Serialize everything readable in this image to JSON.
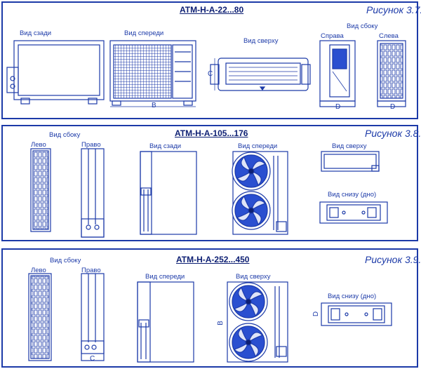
{
  "figures": [
    {
      "title": "ATM-H-A-22...80",
      "figure_label": "Рисунок 3.7.",
      "views": {
        "rear": "Вид сзади",
        "front": "Вид спереди",
        "top": "Вид сверху",
        "side": "Вид сбоку",
        "right": "Справа",
        "left": "Слева"
      },
      "dims": {
        "B": "B",
        "C": "C",
        "D1": "D",
        "D2": "D"
      }
    },
    {
      "title": "ATM-H-A-105...176",
      "figure_label": "Рисунок 3.8.",
      "views": {
        "side": "Вид сбоку",
        "left": "Лево",
        "right": "Право",
        "rear": "Вид сзади",
        "front": "Вид спереди",
        "top": "Вид сверху",
        "bottom": "Вид снизу (дно)"
      }
    },
    {
      "title": "ATM-H-A-252...450",
      "figure_label": "Рисунок 3.9.",
      "views": {
        "side": "Вид сбоку",
        "left": "Лево",
        "right": "Право",
        "front": "Вид спереди",
        "top": "Вид сверху",
        "bottom": "Вид снизу (дно)"
      },
      "dims": {
        "C": "C",
        "B": "B",
        "D": "D"
      }
    }
  ],
  "colors": {
    "line": "#1c3aa8",
    "dark": "#0d1f73",
    "fan": "#2a4fd0"
  }
}
